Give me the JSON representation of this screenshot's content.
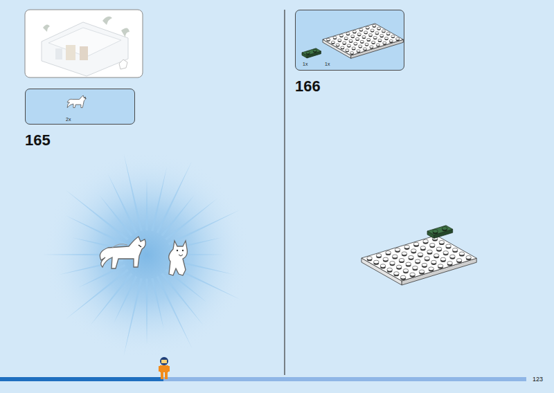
{
  "diagram": {
    "nodes": [
      {
        "text": [
          "2x"
        ]
      },
      {
        "text": [
          "1x",
          "1x"
        ]
      }
    ],
    "labels": [
      "165",
      "166",
      "123"
    ]
  }
}
